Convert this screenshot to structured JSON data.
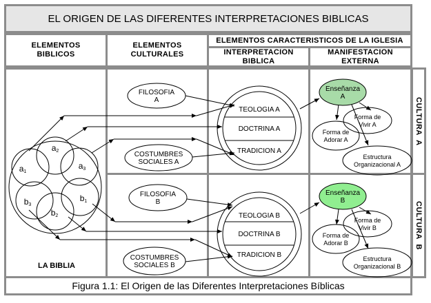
{
  "title": "EL ORIGEN DE LAS DIFERENTES INTERPRETACIONES BIBLICAS",
  "headers": {
    "biblicos": [
      "ELEMENTOS",
      "BIBLICOS"
    ],
    "culturales": [
      "ELEMENTOS",
      "CULTURALES"
    ],
    "iglesia": "ELEMENTOS CARACTERISTICOS DE LA IGLESIA",
    "interpretacion": [
      "INTERPRETACION",
      "BIBLICA"
    ],
    "manifestacion": [
      "MANIFESTACION",
      "EXTERNA"
    ]
  },
  "bible": {
    "label": "LA BIBLIA",
    "parts": [
      {
        "letter": "a",
        "sub": "1"
      },
      {
        "letter": "a",
        "sub": "2"
      },
      {
        "letter": "a",
        "sub": "3"
      },
      {
        "letter": "b",
        "sub": "1"
      },
      {
        "letter": "b",
        "sub": "2"
      },
      {
        "letter": "b",
        "sub": "3"
      }
    ]
  },
  "cultures": [
    {
      "side_label": "CULTURA  A",
      "filosofia": [
        "FILOSOFIA",
        "A"
      ],
      "costumbres": [
        "COSTUMBRES",
        "SOCIALES A"
      ],
      "interpretation": [
        "TEOLOGIA A",
        "DOCTRINA A",
        "TRADICION A"
      ],
      "ensenanza": [
        "Enseñanza",
        "A"
      ],
      "forma_vivir": [
        "Forma de",
        "Vivir A"
      ],
      "forma_adorar": [
        "Forma de",
        "Adorar A"
      ],
      "estructura": [
        "Estructura",
        "Organizacional A"
      ]
    },
    {
      "side_label": "CULTURA  B",
      "filosofia": [
        "FILOSOFIA",
        "B"
      ],
      "costumbres": [
        "COSTUMBRES",
        "SOCIALES B"
      ],
      "interpretation": [
        "TEOLOGIA B",
        "DOCTRINA B",
        "TRADICION B"
      ],
      "ensenanza": [
        "Enseñanza",
        "B"
      ],
      "forma_vivir": [
        "Forma de",
        "Vivir B"
      ],
      "forma_adorar": [
        "Forma de",
        "Adorar B"
      ],
      "estructura": [
        "Estructura",
        "Organizacional B"
      ]
    }
  ],
  "caption": "Figura 1.1: El Origen de las Diferentes Interpretaciones Bíblicas",
  "colors": {
    "ensenanza_a": "#a8dba8",
    "ensenanza_b": "#90ee90",
    "frame": "#8c8c8c",
    "title_bg": "#e6e6e6"
  }
}
